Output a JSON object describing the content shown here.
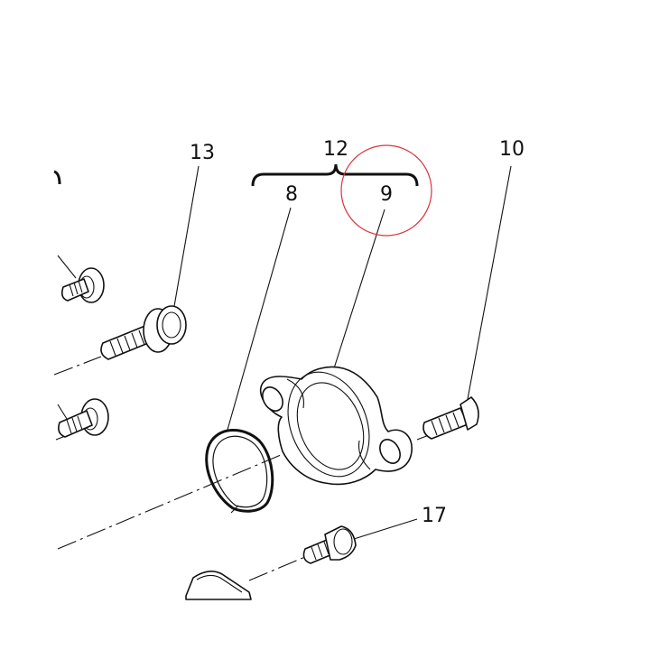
{
  "callouts": {
    "part_13": "13",
    "part_12": "12",
    "part_8": "8",
    "part_9": "9",
    "part_10": "10",
    "part_17": "17"
  },
  "colors": {
    "ink": "#111111",
    "highlight": "#d9343a",
    "background": "#ffffff"
  }
}
